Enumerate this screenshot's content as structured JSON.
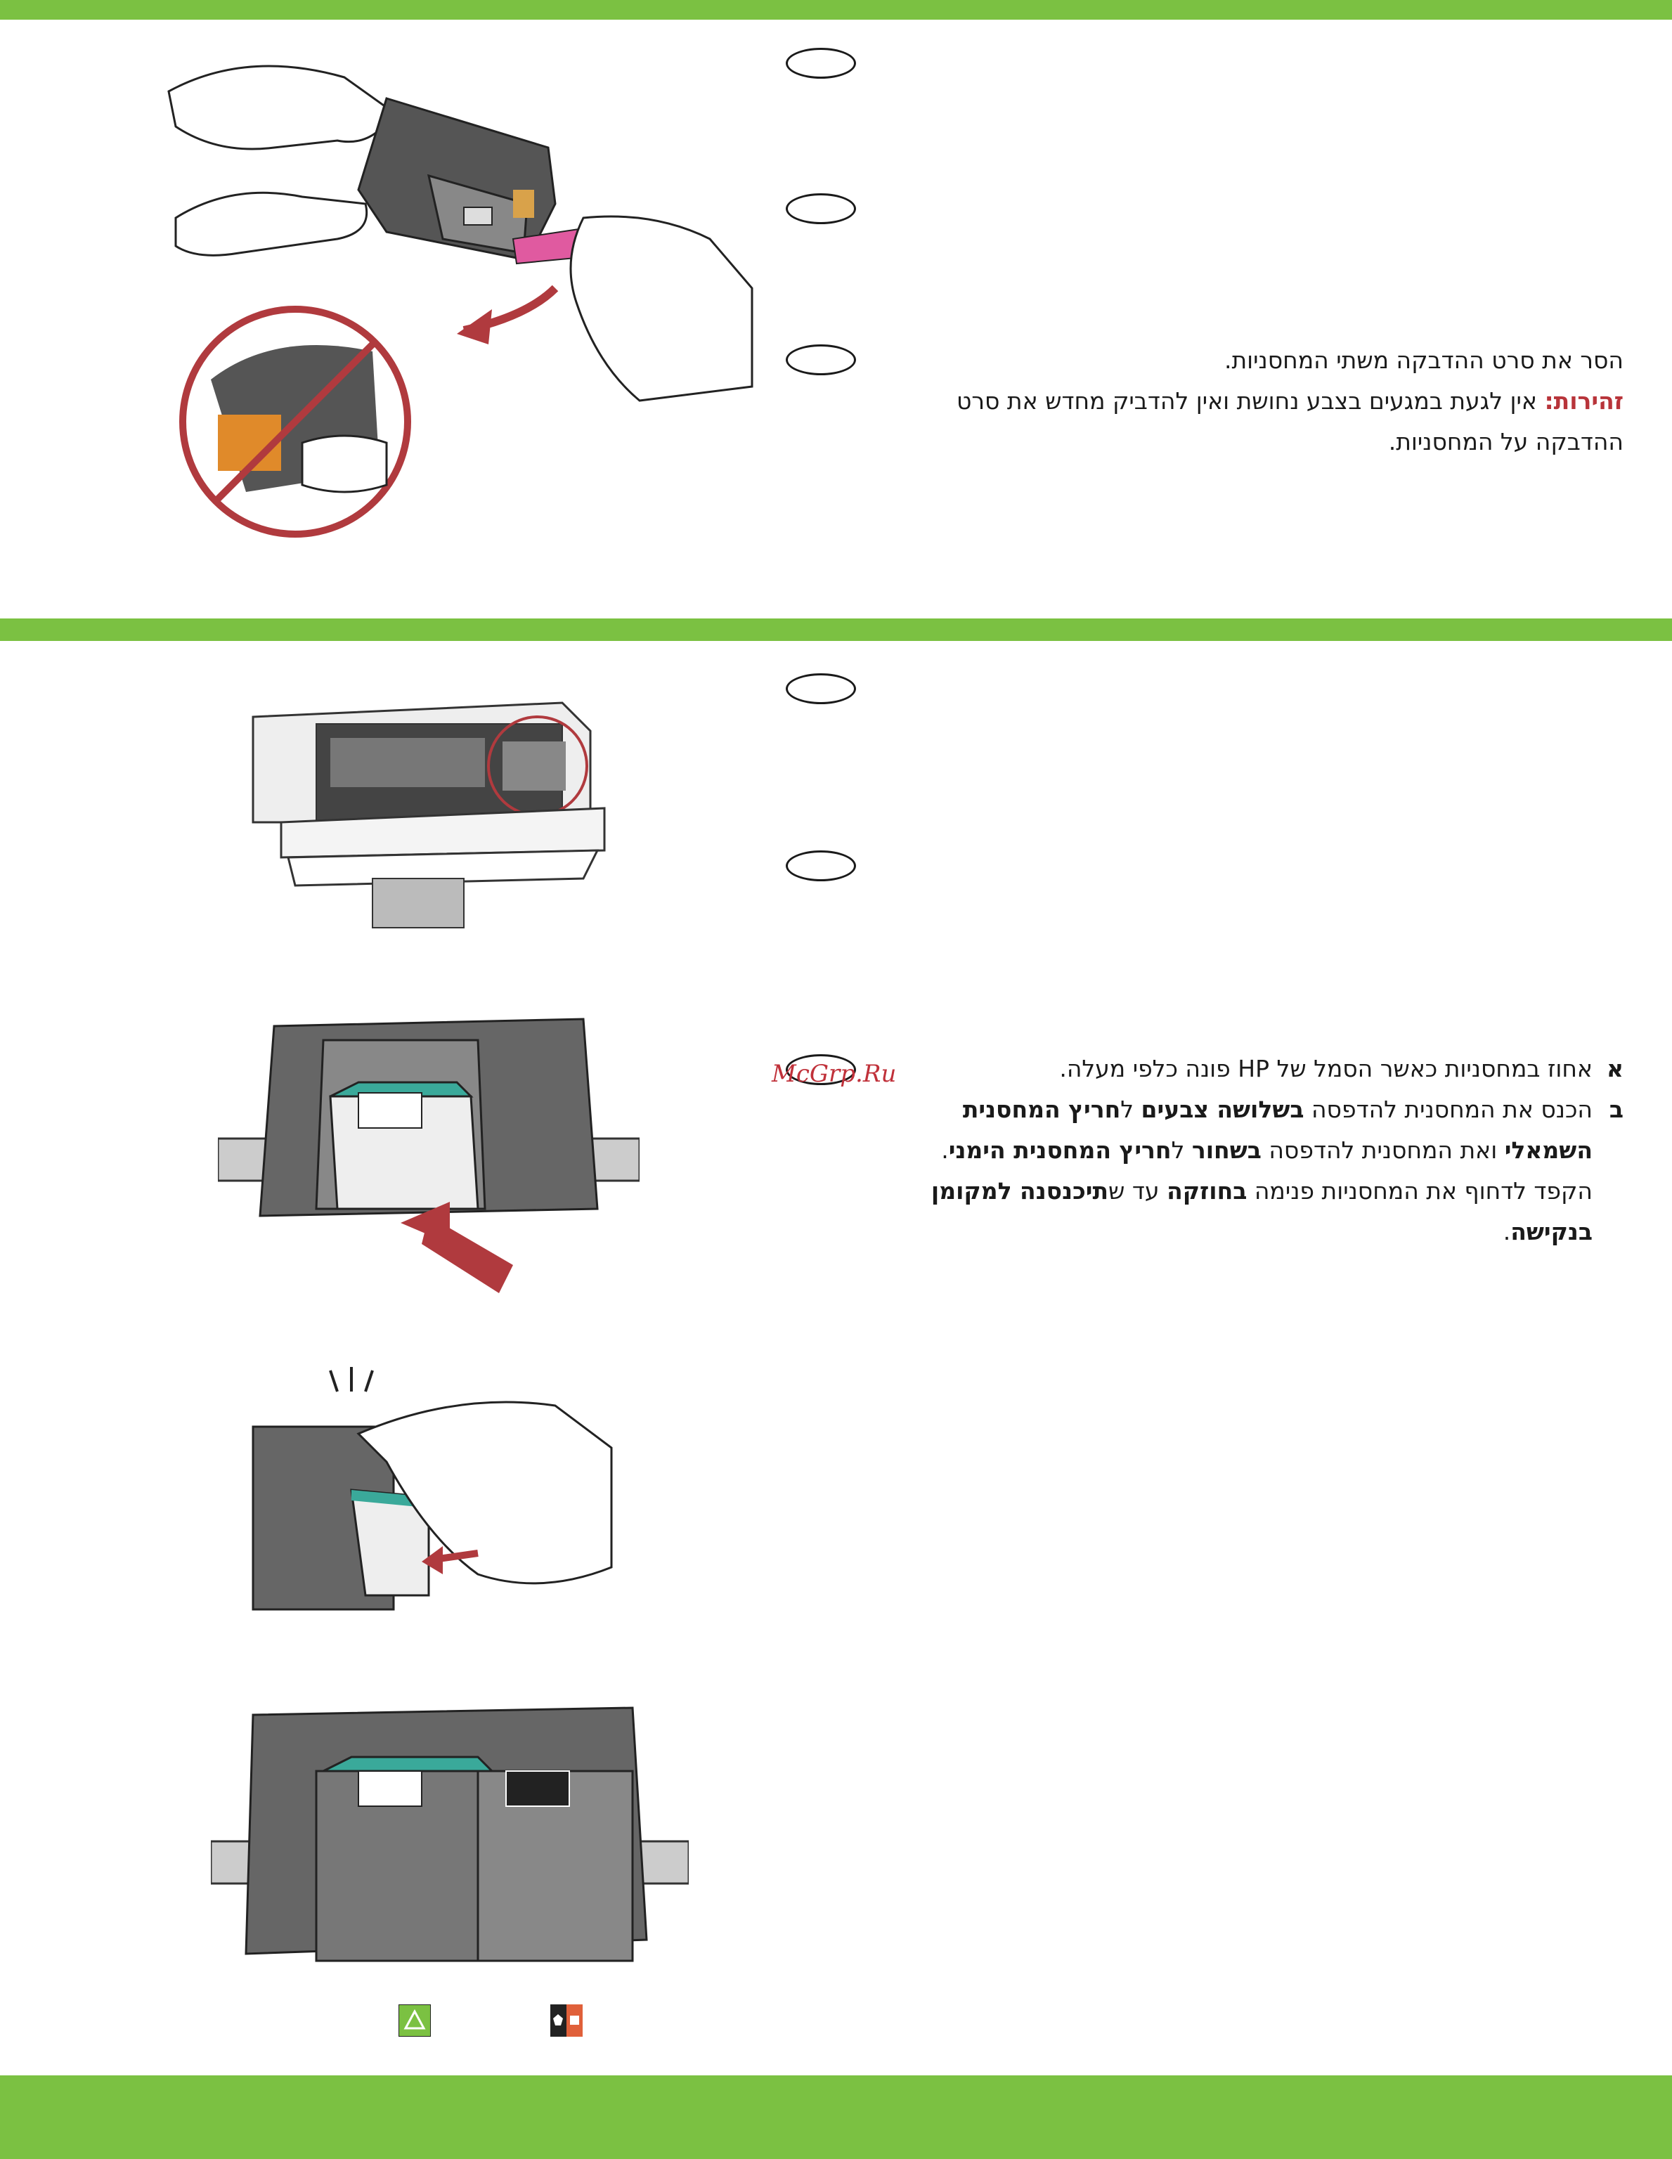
{
  "step1": {
    "instruction": "הסר את סרט ההדבקה משתי המחסניות.",
    "warning_label": "זהירות:",
    "warning_text": " אין לגעת במגעים בצבע נחושת ואין להדביק מחדש את סרט ההדבקה על המחסניות."
  },
  "step2": {
    "item_a_marker": "א",
    "item_a_text": "אחוז במחסניות כאשר הסמל של HP פונה כלפי מעלה.",
    "item_b_marker": "ב",
    "item_b_parts": [
      "הכנס את המחסנית להדפסה ",
      "בשלושה צבעים",
      " ל",
      "חריץ המחסנית השמאלי",
      " ואת המחסנית להדפסה ",
      "בשחור",
      " ל",
      "חריץ המחסנית הימני",
      ". הקפד לדחוף את המחסניות פנימה ",
      "בחוזקה",
      " עד ש",
      "תיכנסנה למקומן בנקישה",
      "."
    ]
  },
  "watermark": "McGrp.Ru",
  "colors": {
    "brand_green": "#7bc142",
    "warning_red": "#b8343a",
    "cartridge_teal": "#3aa99a",
    "arrow_red": "#b03a3e"
  }
}
